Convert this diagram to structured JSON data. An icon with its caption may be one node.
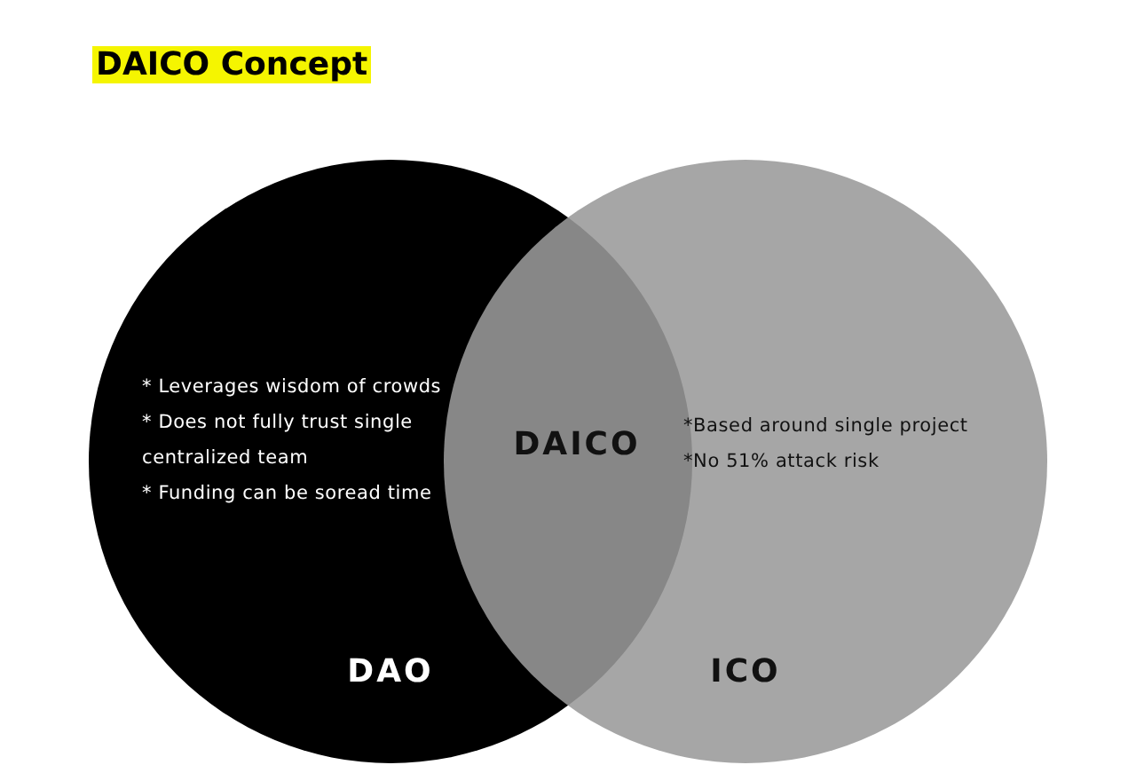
{
  "diagram": {
    "title": "DAICO Concept",
    "nodes": [
      {
        "text": [
          "* Leverages wisdom of crowds",
          "* Does not fully trust single centralized team",
          "* Funding can be soread time",
          "DAO"
        ]
      },
      {
        "text": [
          "*Based around single project",
          "*No 51% attack risk",
          "ICO"
        ]
      }
    ],
    "labels": [
      "DAICO"
    ]
  }
}
